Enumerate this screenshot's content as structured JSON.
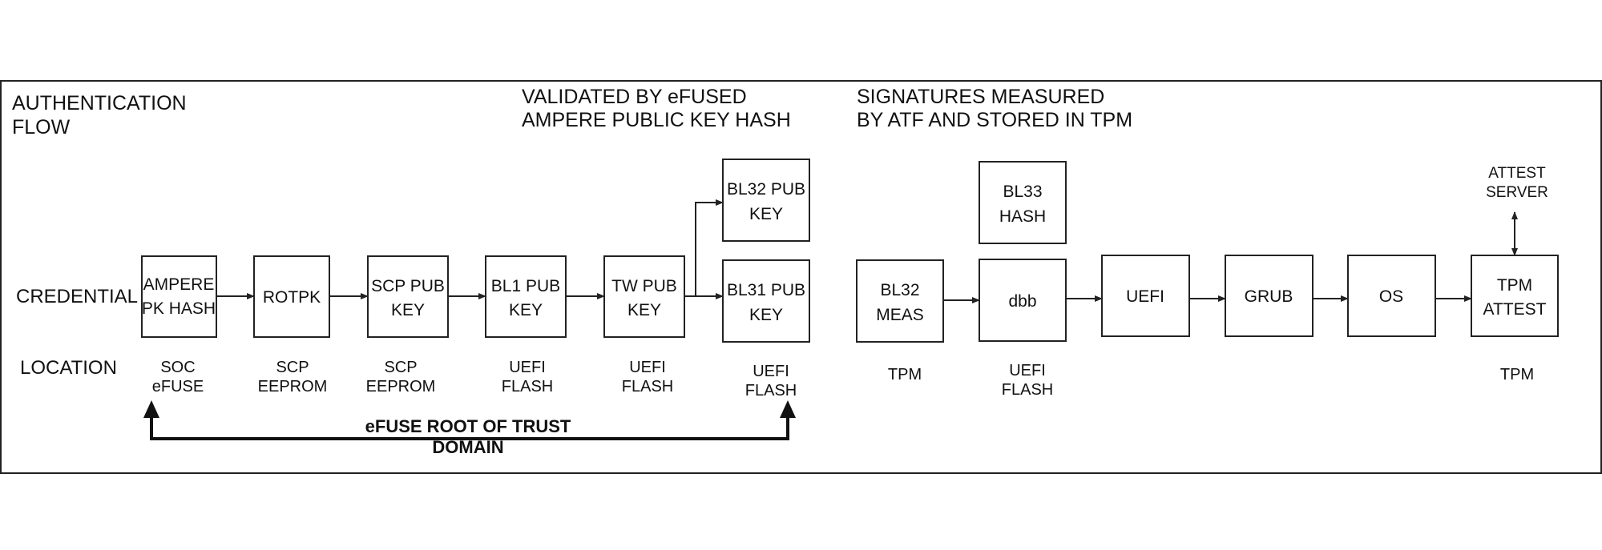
{
  "headers": {
    "auth_flow": [
      "AUTHENTICATION",
      "FLOW"
    ],
    "validated": [
      "VALIDATED BY eFUSED",
      "AMPERE PUBLIC KEY HASH"
    ],
    "signatures": [
      "SIGNATURES MEASURED",
      "BY ATF AND STORED IN TPM"
    ]
  },
  "row_labels": {
    "credential": "CREDENTIAL",
    "location": "LOCATION"
  },
  "boxes": {
    "ampere": [
      "AMPERE",
      "PK HASH"
    ],
    "rotpk": [
      "ROTPK"
    ],
    "scp": [
      "SCP PUB",
      "KEY"
    ],
    "bl1": [
      "BL1 PUB",
      "KEY"
    ],
    "tw": [
      "TW PUB",
      "KEY"
    ],
    "bl32pub": [
      "BL32 PUB",
      "KEY"
    ],
    "bl31pub": [
      "BL31 PUB",
      "KEY"
    ],
    "bl32meas": [
      "BL32",
      "MEAS"
    ],
    "bl33hash": [
      "BL33",
      "HASH"
    ],
    "dbb": [
      "dbb"
    ],
    "uefi": [
      "UEFI"
    ],
    "grub": [
      "GRUB"
    ],
    "os": [
      "OS"
    ],
    "tpm_attest": [
      "TPM",
      "ATTEST"
    ]
  },
  "attest_server": [
    "ATTEST",
    "SERVER"
  ],
  "locations": {
    "ampere": [
      "SOC",
      "eFUSE"
    ],
    "rotpk": [
      "SCP",
      "EEPROM"
    ],
    "scp": [
      "SCP",
      "EEPROM"
    ],
    "bl1": [
      "UEFI",
      "FLASH"
    ],
    "tw": [
      "UEFI",
      "FLASH"
    ],
    "bl31pub": [
      "UEFI",
      "FLASH"
    ],
    "bl32meas": [
      "TPM"
    ],
    "dbb": [
      "UEFI",
      "FLASH"
    ],
    "tpm_attest": [
      "TPM"
    ]
  },
  "root_of_trust": [
    "eFUSE ROOT OF TRUST",
    "DOMAIN"
  ]
}
